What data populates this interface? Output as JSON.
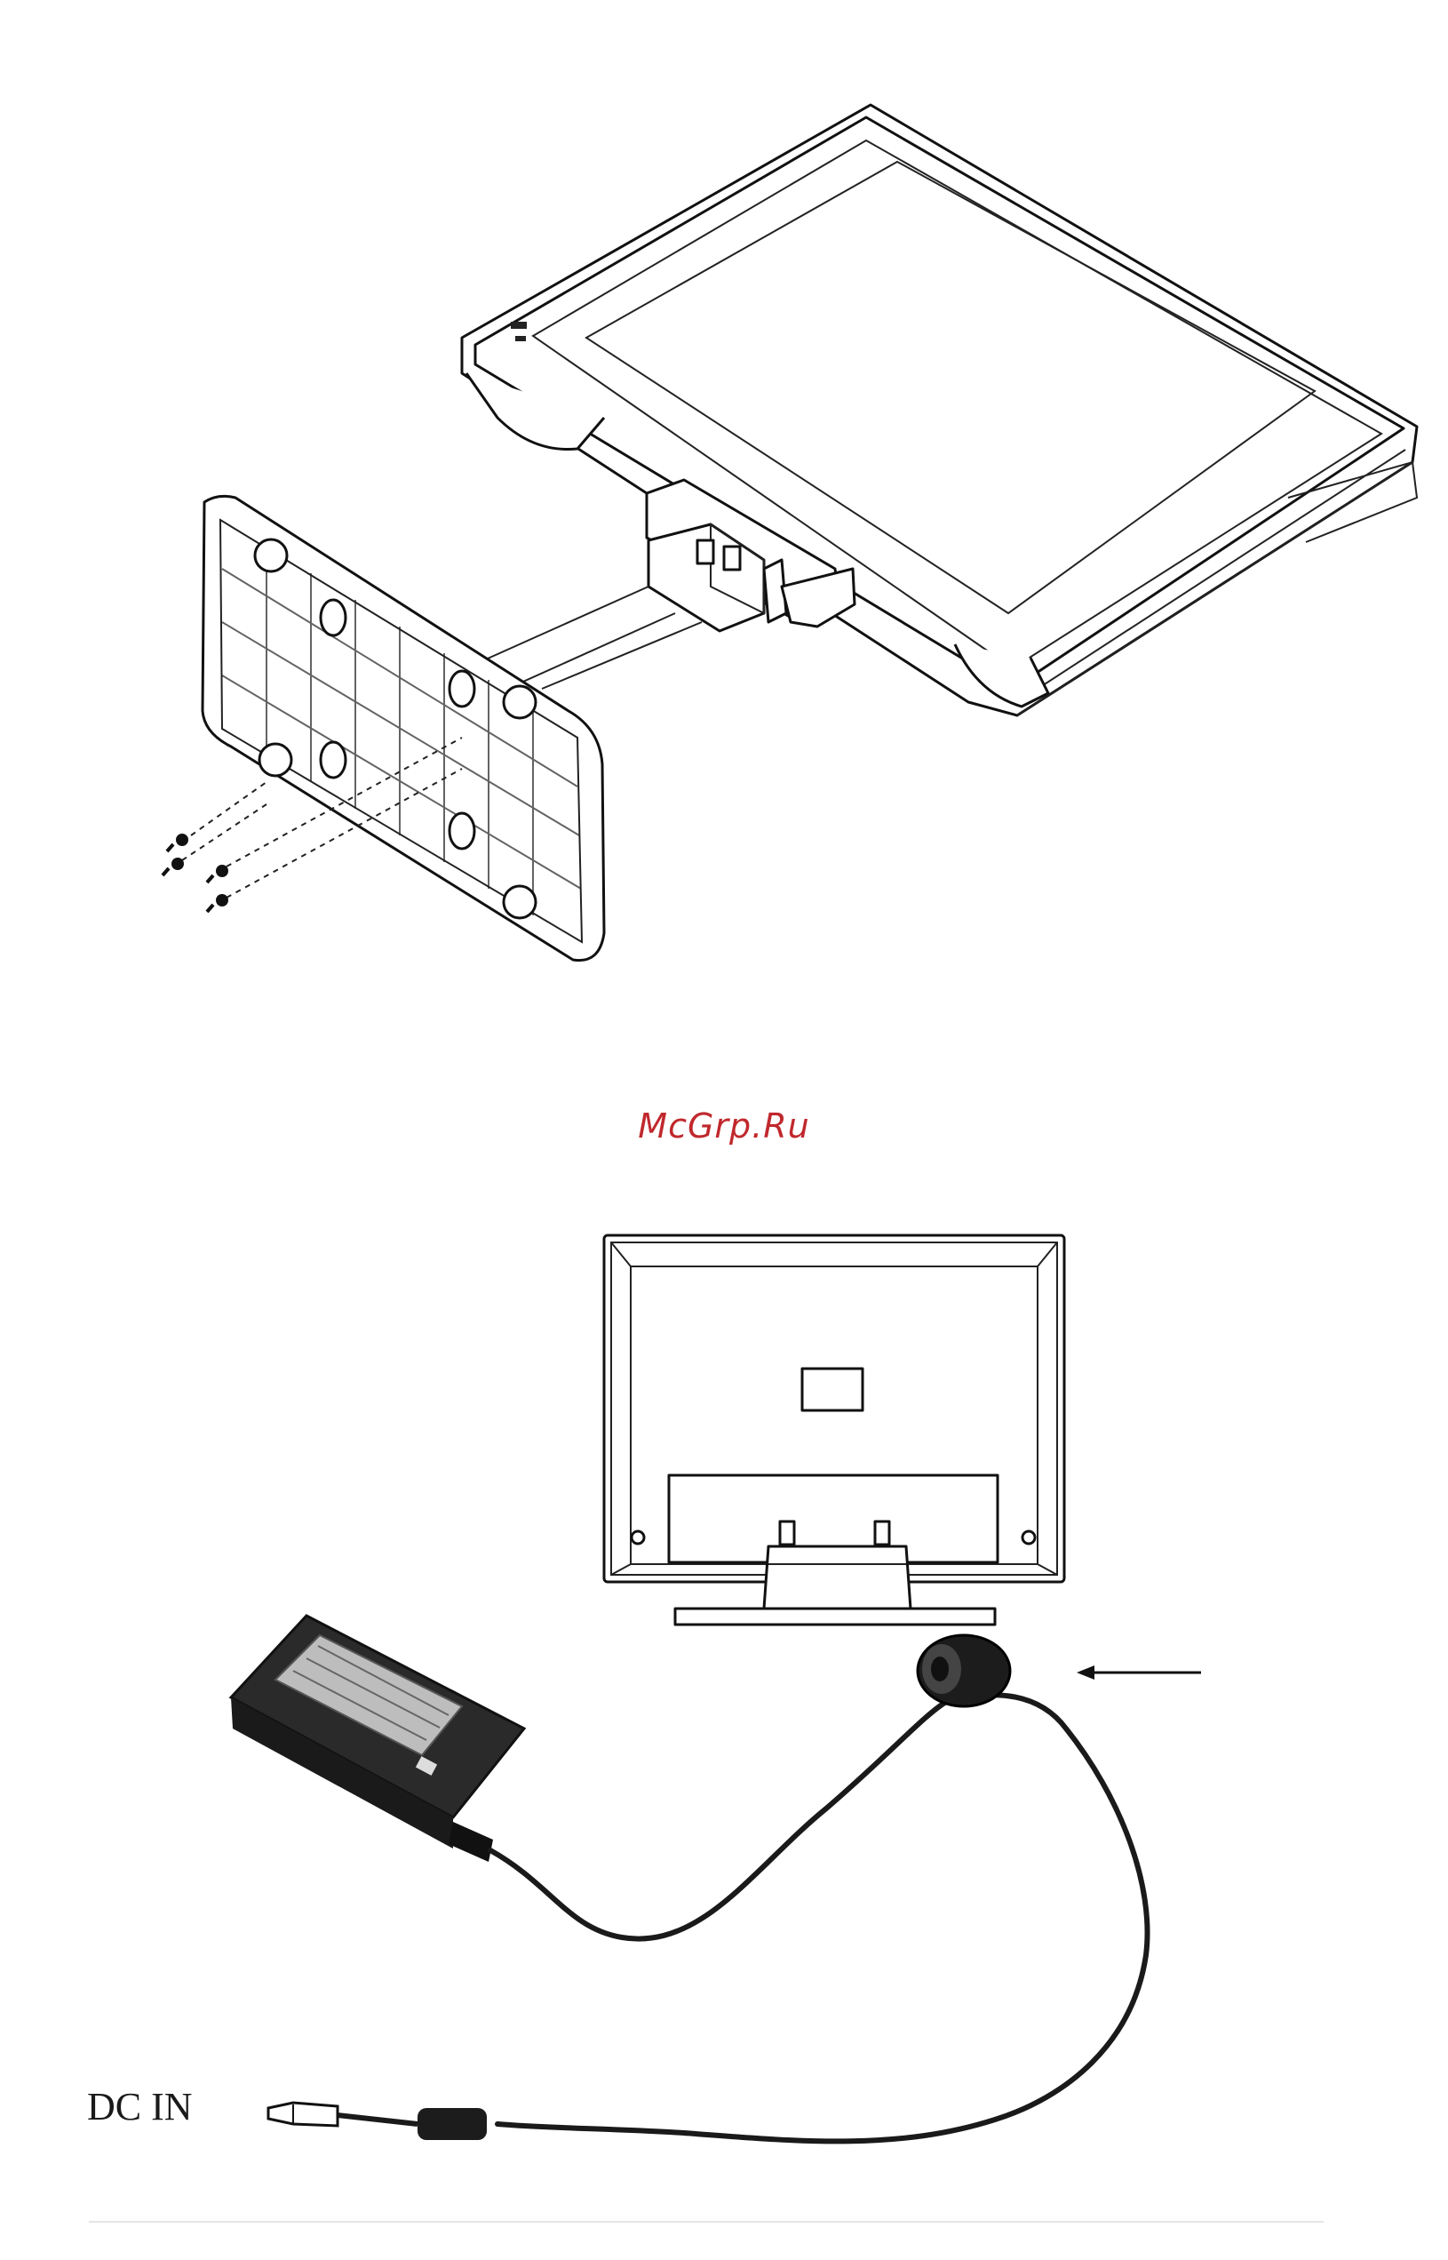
{
  "watermark": {
    "text": "McGrp.Ru",
    "color": "#c0282d"
  },
  "labels": {
    "dc_in": "DC IN"
  },
  "figures": {
    "top": {
      "name": "monitor-stand-assembly"
    },
    "bottom": {
      "name": "power-adapter-connection"
    }
  }
}
